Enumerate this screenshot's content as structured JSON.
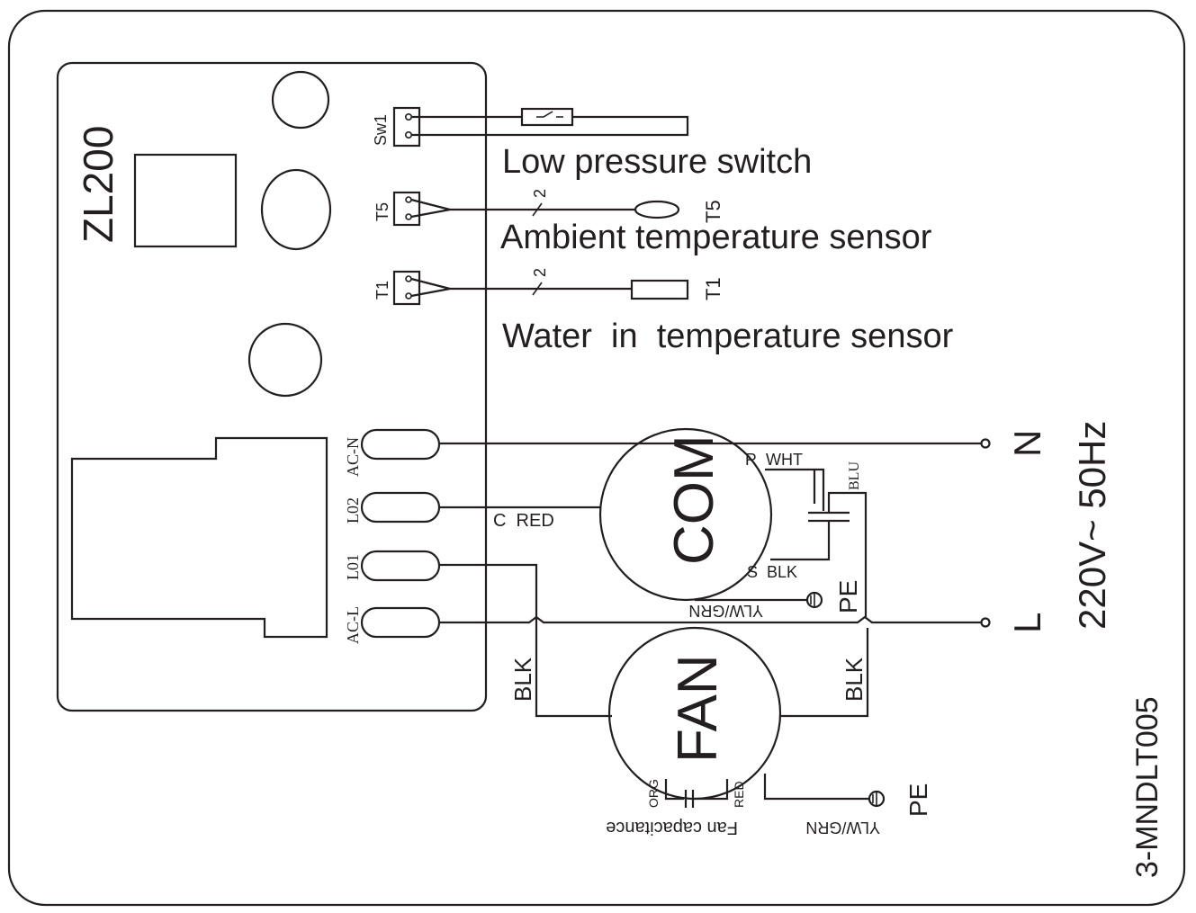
{
  "controller": {
    "model": "ZL200"
  },
  "connectors": {
    "sw1": "Sw1",
    "t5": "T5",
    "t1": "T1",
    "ac_n": "AC-N",
    "l02": "L02",
    "l01": "L01",
    "ac_l": "AC-L"
  },
  "sensors": {
    "low_pressure": "Low pressure switch",
    "ambient": "Ambient temperature sensor",
    "water_in": "Water  in  temperature sensor",
    "t5_tag": "T5",
    "t1_tag": "T1",
    "wire_count_t5": "2",
    "wire_count_t1": "2"
  },
  "compressor": {
    "label": "COM",
    "c_wire": "C  RED",
    "r_wire": "R  WHT",
    "s_wire": "S  BLK",
    "cap_wire": "BLU",
    "ground_wire": "YLW/GRN",
    "ground_label": "PE"
  },
  "fan": {
    "label": "FAN",
    "left_wire": "BLK",
    "right_wire": "BLK",
    "org": "ORG",
    "red": "RED",
    "capacitance": "Fan capacitance",
    "ground_wire": "YLW/GRN",
    "ground_label": "PE"
  },
  "power": {
    "n": "N",
    "l": "L",
    "supply": "220V~ 50Hz"
  },
  "diagram_code": "3-MNDLT005"
}
